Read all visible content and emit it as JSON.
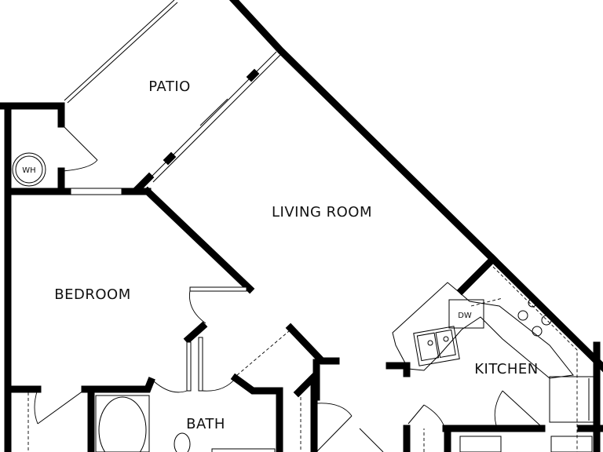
{
  "rooms": {
    "patio": "PATIO",
    "living_room": "LIVING ROOM",
    "bedroom": "BEDROOM",
    "kitchen": "KITCHEN",
    "bath": "BATH"
  },
  "fixtures": {
    "water_heater": "WH",
    "dishwasher": "DW"
  }
}
